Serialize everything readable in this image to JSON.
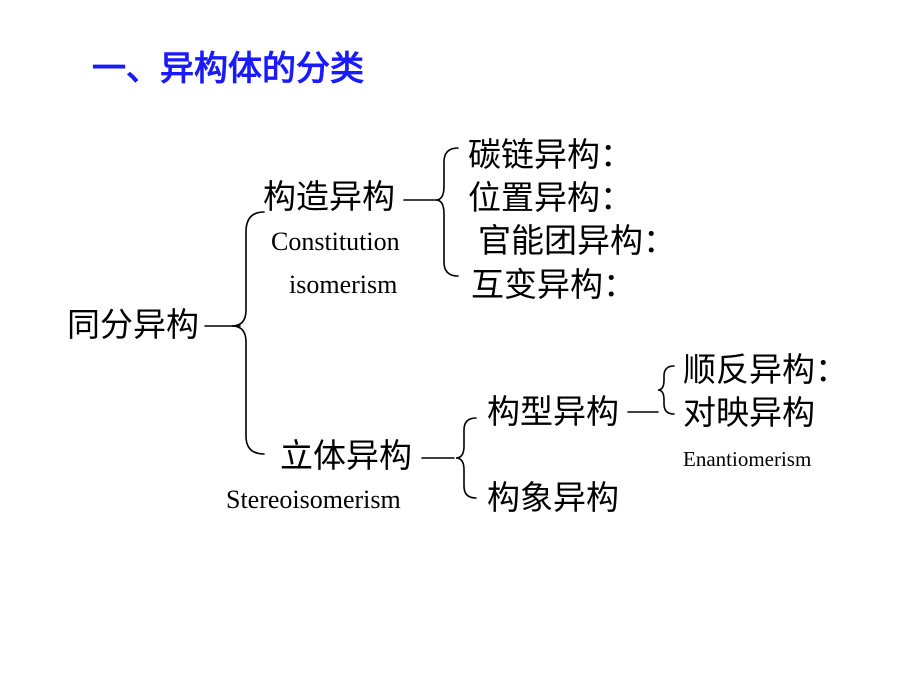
{
  "title": "一、异构体的分类",
  "root": {
    "label": "同分异构"
  },
  "constitution": {
    "label": "构造异构",
    "en_line1": "Constitution",
    "en_line2": "isomerism",
    "children": [
      "碳链异构：",
      "位置异构：",
      "官能团异构：",
      "互变异构："
    ]
  },
  "stereo": {
    "label": "立体异构",
    "en": "Stereoisomerism",
    "configuration": {
      "label": "构型异构",
      "children": [
        "顺反异构：",
        "对映异构"
      ],
      "enantio_en": "Enantiomerism"
    },
    "conformation": {
      "label": "构象异构"
    }
  },
  "colors": {
    "title": "#1a1aff",
    "text": "#000000",
    "lines": "#000000"
  }
}
